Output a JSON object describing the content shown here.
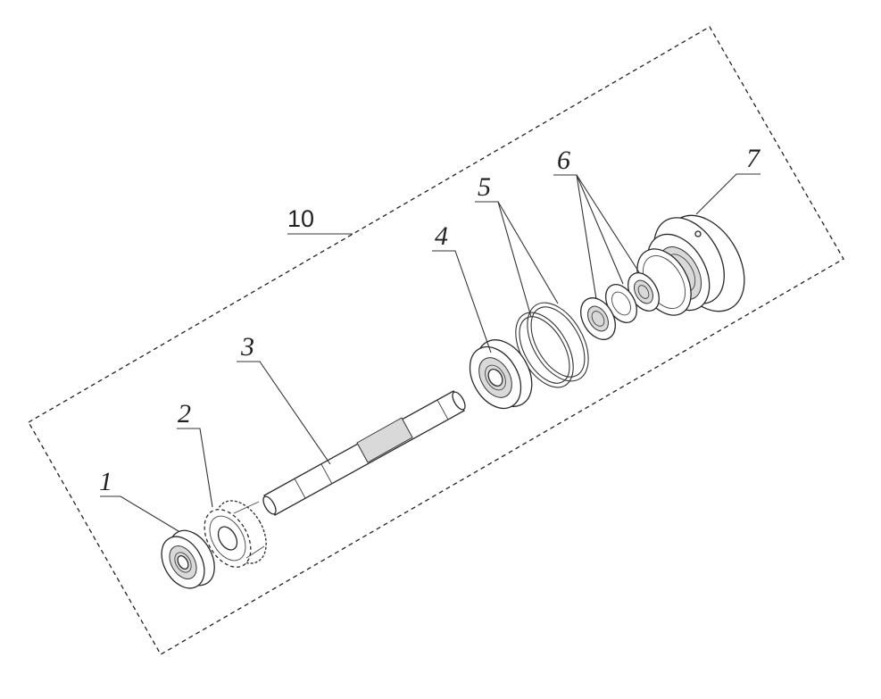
{
  "callouts": [
    {
      "id": "1",
      "text": "1"
    },
    {
      "id": "2",
      "text": "2"
    },
    {
      "id": "3",
      "text": "3"
    },
    {
      "id": "4",
      "text": "4"
    },
    {
      "id": "5",
      "text": "5"
    },
    {
      "id": "6",
      "text": "6"
    },
    {
      "id": "7",
      "text": "7"
    },
    {
      "id": "10",
      "text": "10"
    }
  ],
  "parts": [
    {
      "id": "1",
      "icon": "ball-bearing-icon"
    },
    {
      "id": "2",
      "icon": "helical-gear-icon"
    },
    {
      "id": "3",
      "icon": "shaft-icon"
    },
    {
      "id": "4",
      "icon": "ball-bearing-icon"
    },
    {
      "id": "5",
      "icon": "o-ring-icon"
    },
    {
      "id": "6",
      "icon": "small-bearing-icon"
    },
    {
      "id": "7",
      "icon": "flange-housing-icon"
    }
  ],
  "style": {
    "line_color": "#333333",
    "background": "#ffffff"
  }
}
